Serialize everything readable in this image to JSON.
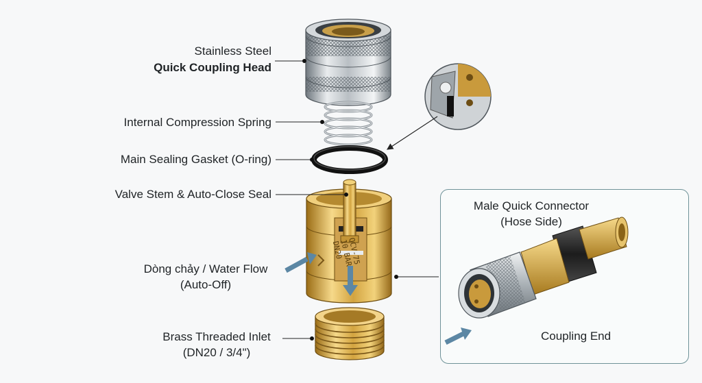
{
  "labels": {
    "head_line1": "Stainless Steel",
    "head_line2": "Quick Coupling Head",
    "spring": "Internal Compression Spring",
    "gasket": "Main Sealing Gasket (O-ring)",
    "valve": "Valve Stem & Auto-Close Seal",
    "flow_line1": "Dòng chảy / Water Flow",
    "flow_line2": "(Auto-Off)",
    "inlet_line1": "Brass Threaded Inlet",
    "inlet_line2": "(DN20 / 3/4\")"
  },
  "inset": {
    "title_line1": "Male Quick Connector",
    "title_line2": "(Hose Side)",
    "coupling_end": "Coupling End"
  },
  "body_marking": {
    "line1": "QCV-75",
    "line2": "10 BAR",
    "line3": "DN20"
  },
  "colors": {
    "steel_light": "#e4e7ea",
    "steel_dark": "#7d858c",
    "brass_light": "#f3d27a",
    "brass_dark": "#a9791e",
    "flow_arrow": "#5c87a4",
    "inset_border": "#6f9298"
  }
}
